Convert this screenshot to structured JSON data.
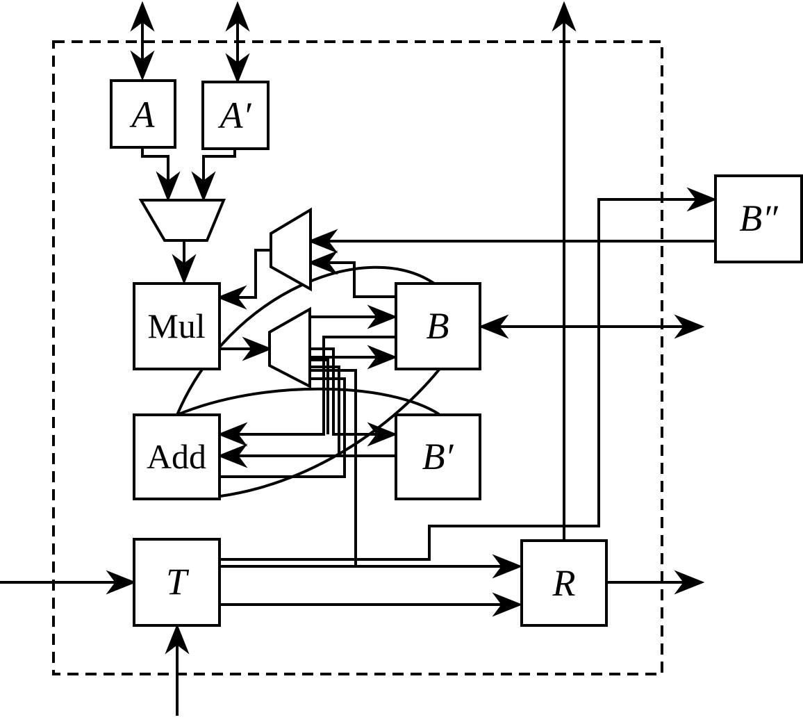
{
  "diagram": {
    "blocks": {
      "A": "A",
      "A_prime": "A′",
      "Mul": "Mul",
      "Add": "Add",
      "B": "B",
      "B_prime": "B′",
      "B_double_prime": "B″",
      "T": "T",
      "R": "R"
    }
  }
}
